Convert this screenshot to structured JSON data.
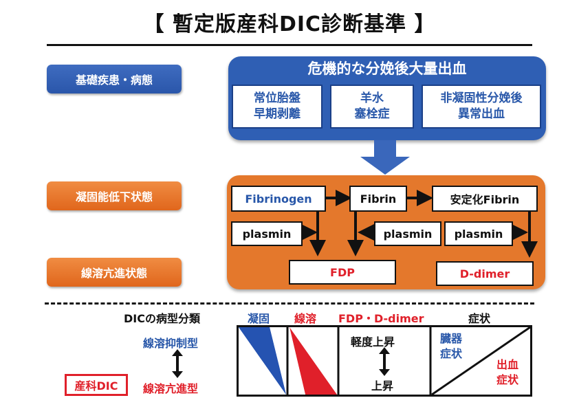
{
  "title": "【 暫定版産科DIC診断基準 】",
  "labels": {
    "base_disease": "基礎疾患・病態",
    "coag_decline": "凝固能低下状態",
    "fibrinolysis": "線溶亢進状態"
  },
  "underlying": {
    "title": "危機的な分娩後大量出血",
    "items": [
      "常位胎盤\n早期剥離",
      "羊水\n塞栓症",
      "非凝固性分娩後\n異常出血"
    ]
  },
  "cascade": {
    "fibrinogen": "Fibrinogen",
    "fibrin": "Fibrin",
    "stable_fibrin": "安定化Fibrin",
    "plasmin": "plasmin",
    "fdp": "FDP",
    "ddimer": "D-dimer"
  },
  "classification": {
    "header_row_label": "DICの病型分類",
    "col_coag": "凝固",
    "col_fib": "線溶",
    "col_fdp": "FDP・D-dimer",
    "col_symptom": "症状",
    "type_suppressed": "線溶抑制型",
    "type_enhanced": "線溶亢進型",
    "badge": "産科DIC",
    "fdp_mild": "軽度上昇",
    "fdp_rise": "上昇",
    "symptom_organ": "臓器\n症状",
    "symptom_bleed": "出血\n症状"
  },
  "colors": {
    "blue": "#2f5fb4",
    "orange": "#e4782c",
    "red": "#e0202a",
    "dark_blue_text": "#2857a9"
  }
}
